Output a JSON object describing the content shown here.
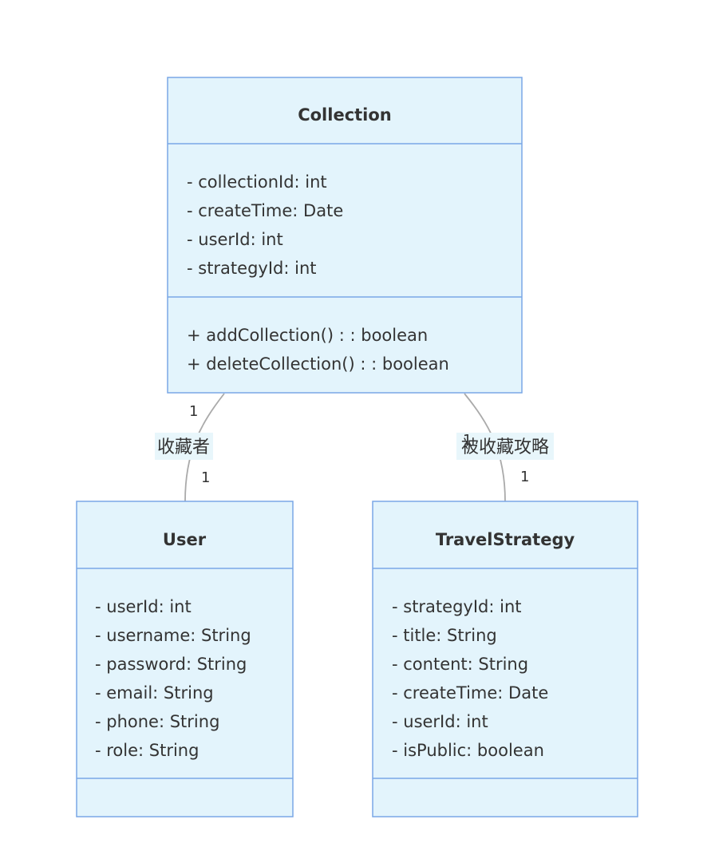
{
  "classes": {
    "collection": {
      "name": "Collection",
      "attributes": [
        "- collectionId: int",
        "- createTime: Date",
        "- userId: int",
        "- strategyId: int"
      ],
      "methods": [
        "+ addCollection() : : boolean",
        "+ deleteCollection() : : boolean"
      ]
    },
    "user": {
      "name": "User",
      "attributes": [
        "- userId: int",
        "- username: String",
        "- password: String",
        "- email: String",
        "- phone: String",
        "- role: String"
      ],
      "methods": []
    },
    "travel_strategy": {
      "name": "TravelStrategy",
      "attributes": [
        "- strategyId: int",
        "- title: String",
        "- content: String",
        "- createTime: Date",
        "- userId: int",
        "- isPublic: boolean"
      ],
      "methods": []
    }
  },
  "relations": {
    "collector": {
      "label": "收藏者",
      "from_multiplicity": "1",
      "to_multiplicity": "1"
    },
    "collected_strategy": {
      "label": "被收藏攻略",
      "from_multiplicity": "1",
      "to_multiplicity": "1"
    }
  },
  "colors": {
    "box_fill": "#e3f4fc",
    "box_stroke": "#7aa7e6",
    "edge": "#aaaaaa",
    "text": "#333333"
  }
}
